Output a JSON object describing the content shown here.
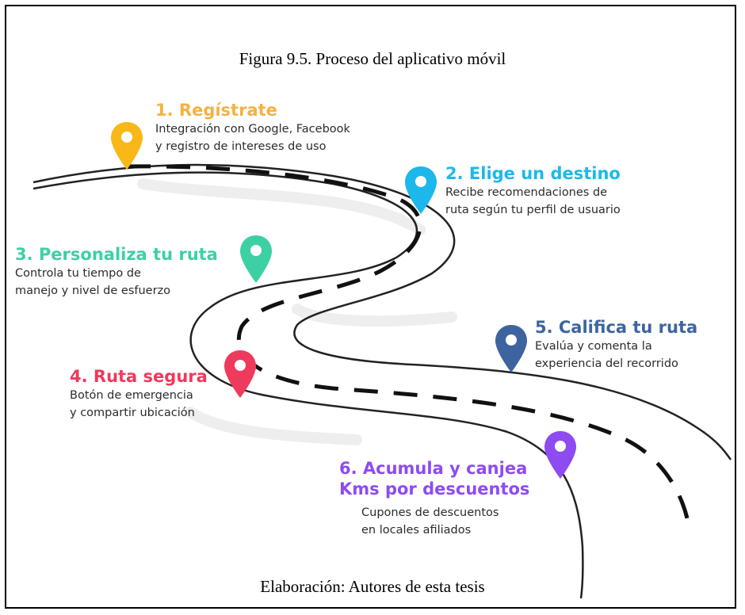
{
  "caption": {
    "title": "Figura 9.5. Proceso del aplicativo móvil",
    "source": "Elaboración: Autores de esta tesis"
  },
  "colors": {
    "step1": "#F5B142",
    "step2": "#1CB8EC",
    "step3": "#3DD0A4",
    "step4": "#EE3A5B",
    "step5": "#3E64A0",
    "step6": "#8E4BF2",
    "road": "#2a2a2a"
  },
  "steps": [
    {
      "title": "1. Regístrate",
      "desc_line1": "Integración con Google, Facebook",
      "desc_line2": "y registro de intereses de uso",
      "icon": "map-pin-icon"
    },
    {
      "title": "2. Elige un destino",
      "desc_line1": "Recibe recomendaciones de",
      "desc_line2": "ruta según tu perfil de usuario",
      "icon": "map-pin-icon"
    },
    {
      "title": "3. Personaliza tu ruta",
      "desc_line1": "Controla tu tiempo de",
      "desc_line2": "manejo y nivel de esfuerzo",
      "icon": "map-pin-icon"
    },
    {
      "title": "4. Ruta segura",
      "desc_line1": "Botón de emergencia",
      "desc_line2": "y compartir ubicación",
      "icon": "map-pin-icon"
    },
    {
      "title": "5. Califica tu ruta",
      "desc_line1": "Evalúa y comenta la",
      "desc_line2": "experiencia del recorrido",
      "icon": "map-pin-icon"
    },
    {
      "title_line1": "6. Acumula y canjea",
      "title_line2": "Kms por descuentos",
      "desc_line1": "Cupones de descuentos",
      "desc_line2": "en locales afiliados",
      "icon": "map-pin-icon"
    }
  ]
}
